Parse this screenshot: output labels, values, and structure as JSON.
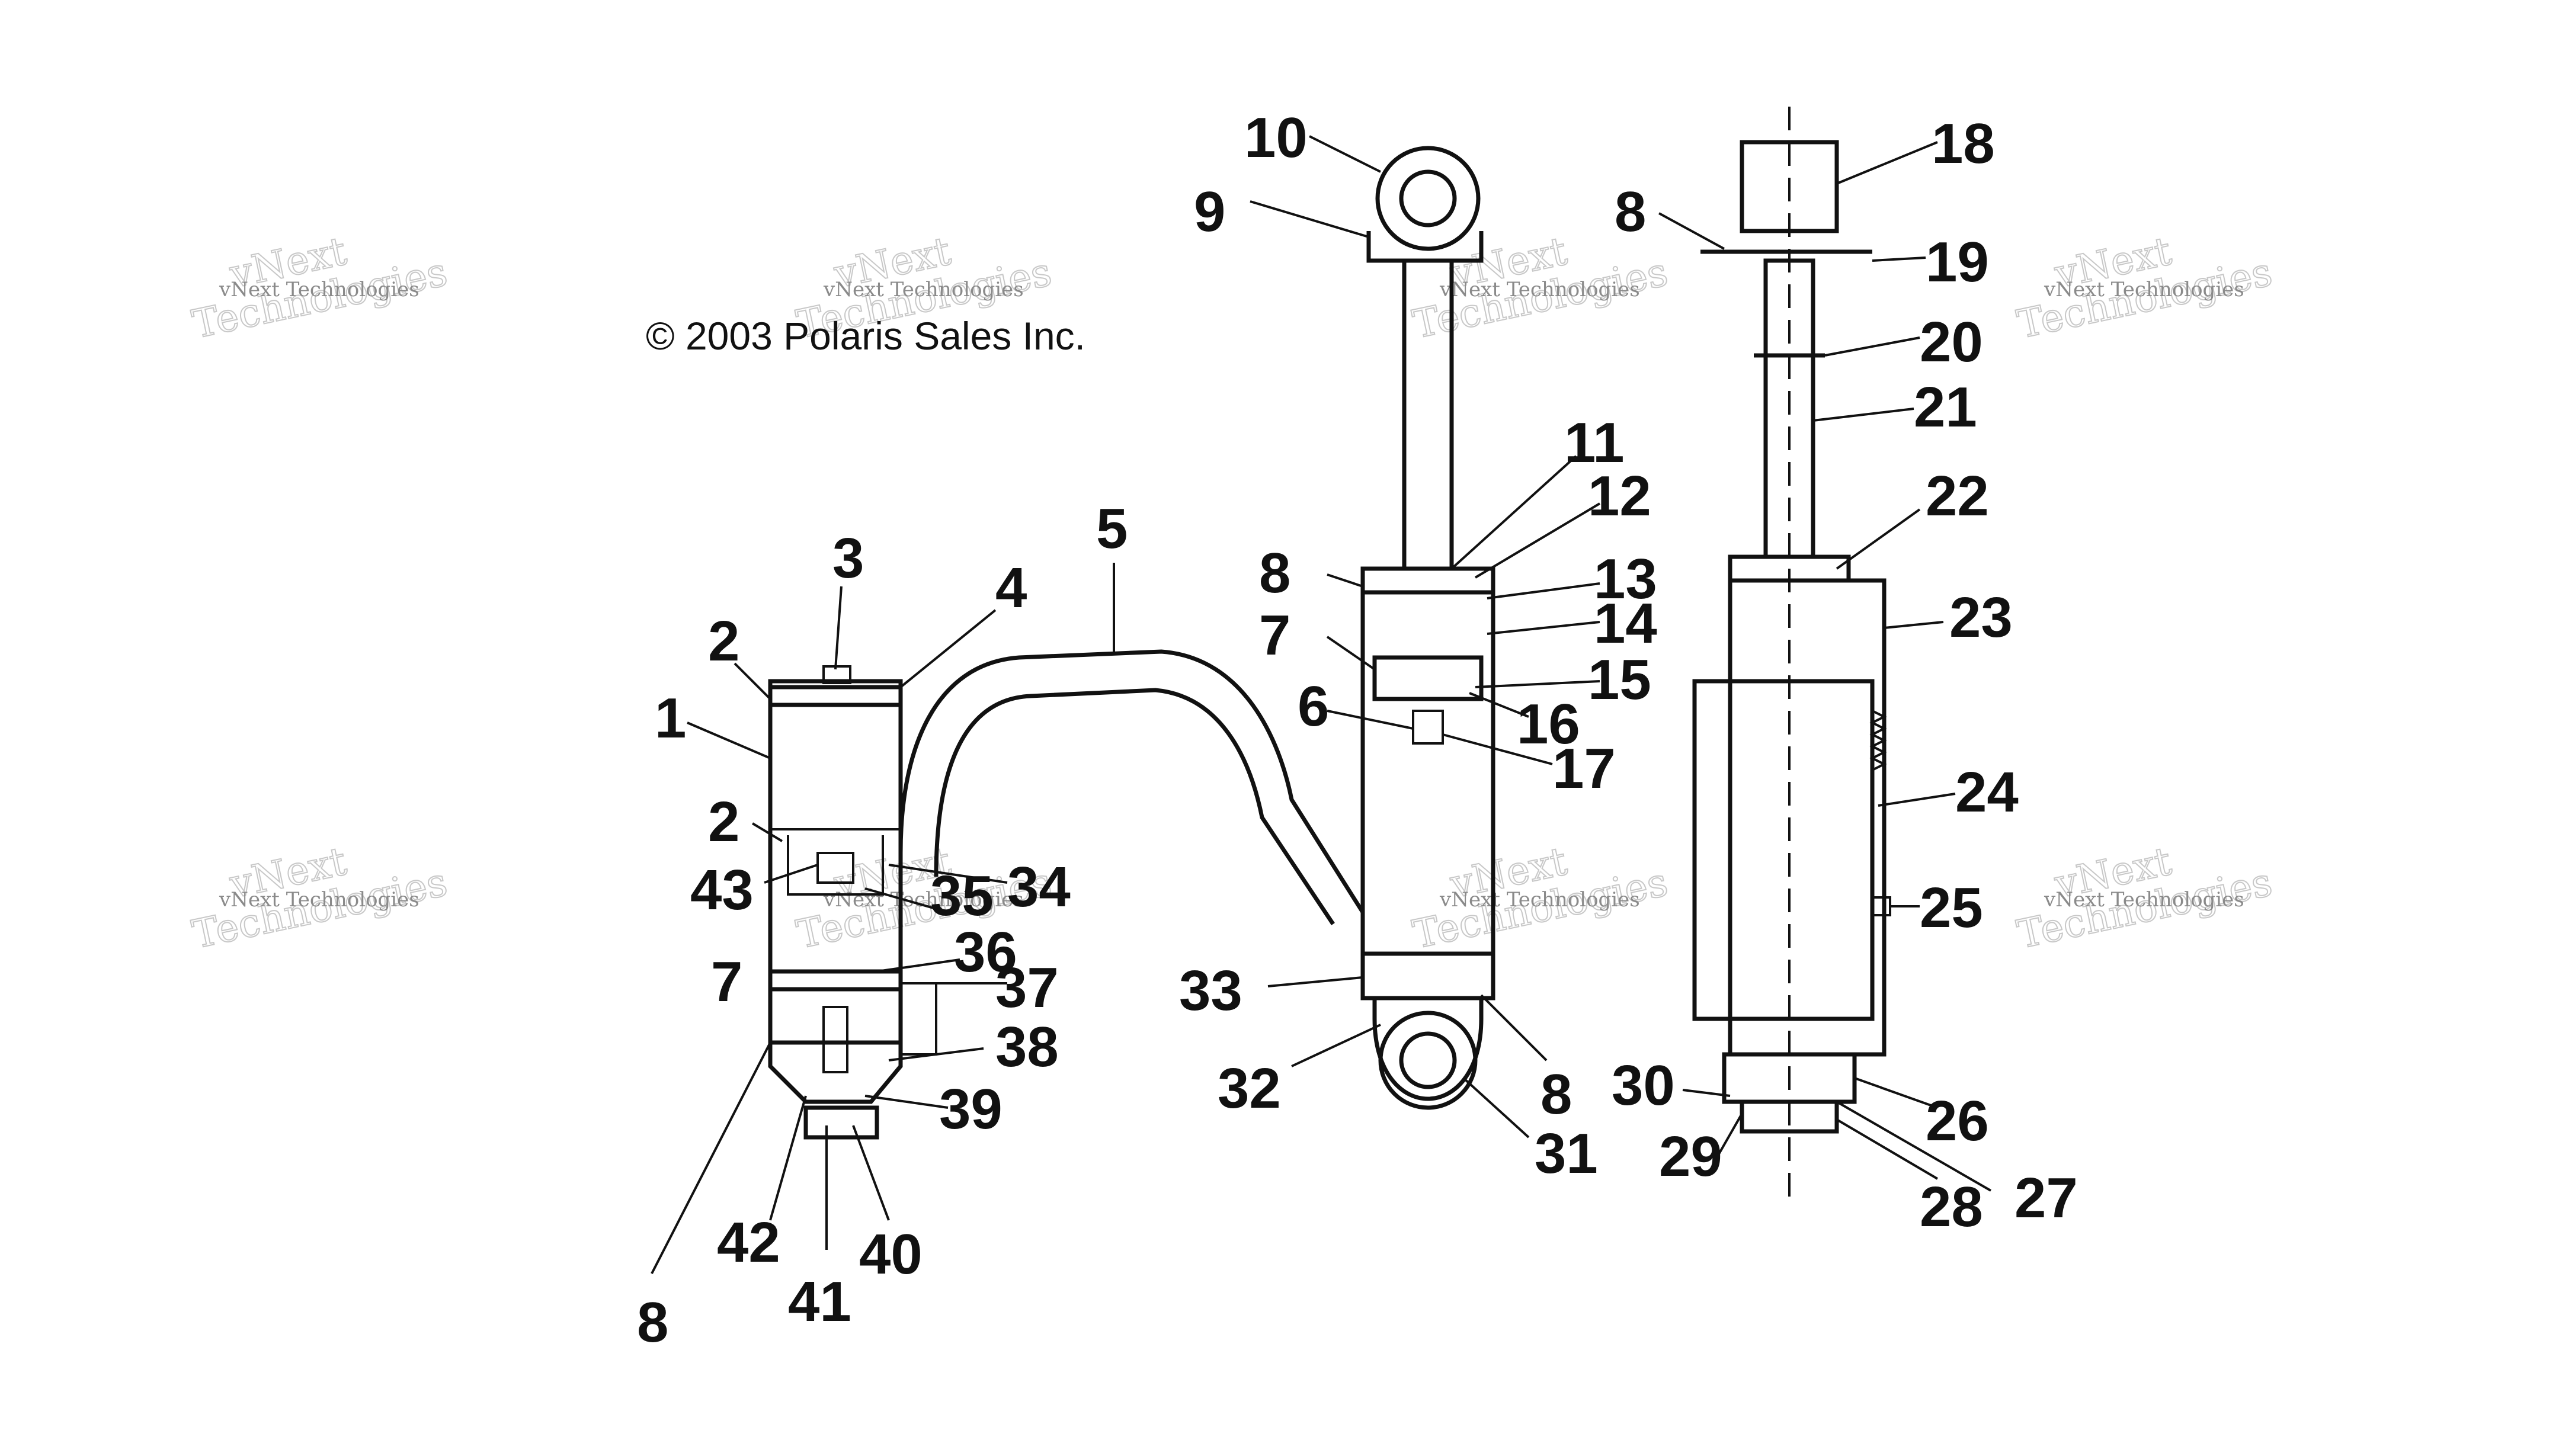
{
  "copyright": "© 2003 Polaris Sales Inc.",
  "watermark": {
    "line1": "vNext",
    "line2": "Technologies",
    "small": "vNext Technologies"
  },
  "callouts": {
    "c1": "1",
    "c2a": "2",
    "c2b": "2",
    "c3": "3",
    "c4": "4",
    "c5": "5",
    "c6": "6",
    "c7a": "7",
    "c7b": "7",
    "c8a": "8",
    "c8b": "8",
    "c8c": "8",
    "c8d": "8",
    "c9": "9",
    "c10": "10",
    "c11": "11",
    "c12": "12",
    "c13": "13",
    "c14": "14",
    "c15": "15",
    "c16": "16",
    "c17": "17",
    "c18": "18",
    "c19": "19",
    "c20": "20",
    "c21": "21",
    "c22": "22",
    "c23": "23",
    "c24": "24",
    "c25": "25",
    "c26": "26",
    "c27": "27",
    "c28": "28",
    "c29": "29",
    "c30": "30",
    "c31": "31",
    "c32": "32",
    "c33": "33",
    "c34": "34",
    "c35": "35",
    "c36": "36",
    "c37": "37",
    "c38": "38",
    "c39": "39",
    "c40": "40",
    "c41": "41",
    "c42": "42",
    "c43": "43"
  }
}
